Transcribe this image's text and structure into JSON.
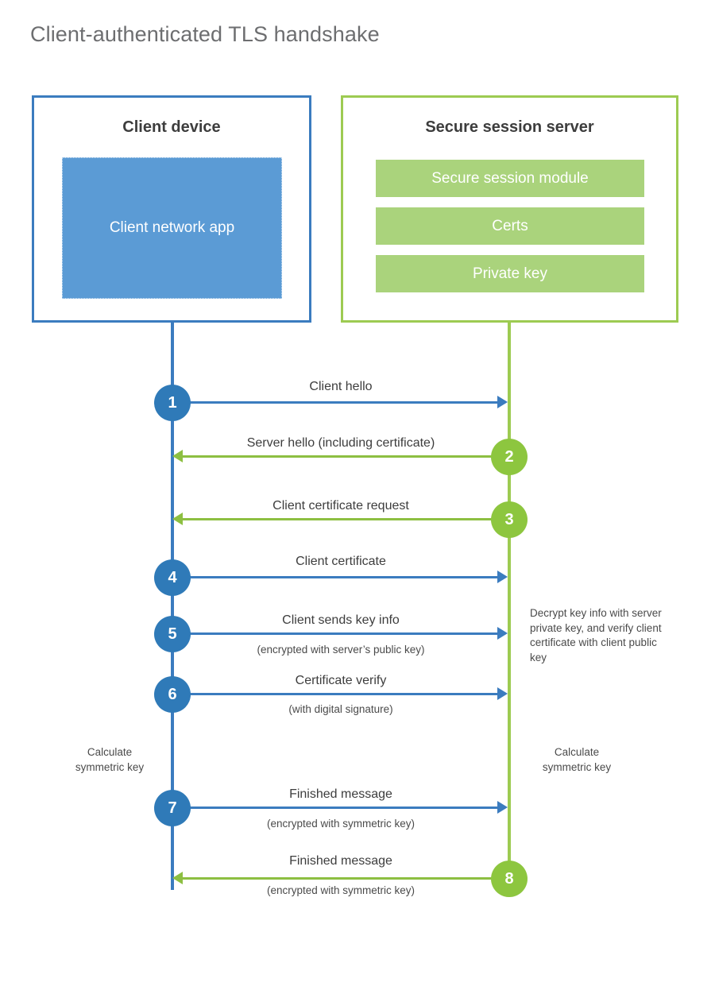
{
  "title": "Client-authenticated TLS handshake",
  "parties": {
    "client": {
      "title": "Client device",
      "app_label": "Client network app",
      "accent": "#3b7cbf",
      "app_fill": "#5b9bd5"
    },
    "server": {
      "title": "Secure session server",
      "accent": "#9dcb52",
      "bar_fill": "#aad37c",
      "bars": [
        {
          "label": "Secure session module"
        },
        {
          "label": "Certs"
        },
        {
          "label": "Private key"
        }
      ]
    }
  },
  "colors": {
    "blue_line": "#3b7cbf",
    "green_line": "#8dbf42",
    "blue_circle": "#2f7ab8",
    "green_circle": "#8dc63f",
    "title_text": "#6d6e70",
    "body_text": "#3d3d3d"
  },
  "steps": [
    {
      "number": "1",
      "label": "Client hello",
      "sublabel": "",
      "direction": "client-to-server",
      "color": "blue"
    },
    {
      "number": "2",
      "label": "Server hello (including certificate)",
      "sublabel": "",
      "direction": "server-to-client",
      "color": "green"
    },
    {
      "number": "3",
      "label": "Client certificate request",
      "sublabel": "",
      "direction": "server-to-client",
      "color": "green"
    },
    {
      "number": "4",
      "label": "Client certificate",
      "sublabel": "",
      "direction": "client-to-server",
      "color": "blue"
    },
    {
      "number": "5",
      "label": "Client sends key info",
      "sublabel": "(encrypted with server’s public key)",
      "direction": "client-to-server",
      "color": "blue"
    },
    {
      "number": "6",
      "label": "Certificate verify",
      "sublabel": "(with digital signature)",
      "direction": "client-to-server",
      "color": "blue"
    },
    {
      "number": "7",
      "label": "Finished message",
      "sublabel": "(encrypted with symmetric key)",
      "direction": "client-to-server",
      "color": "blue"
    },
    {
      "number": "8",
      "label": "Finished message",
      "sublabel": "(encrypted with symmetric key)",
      "direction": "server-to-client",
      "color": "green"
    }
  ],
  "notes": {
    "server_decrypt": "Decrypt key info with server private key, and verify client certificate with client public key",
    "client_calc": "Calculate symmetric key",
    "server_calc": "Calculate symmetric key"
  }
}
